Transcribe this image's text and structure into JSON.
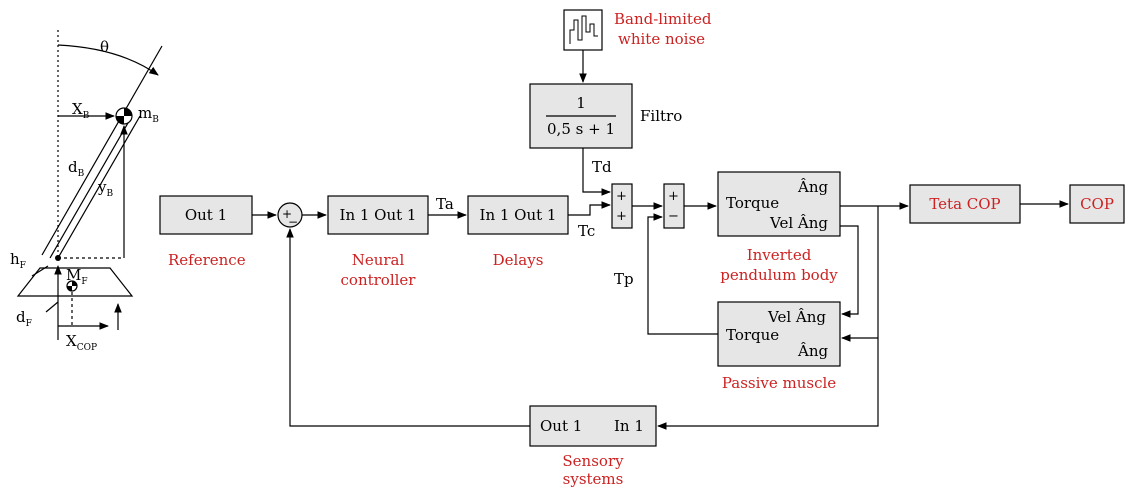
{
  "pendulum": {
    "theta": "θ",
    "xB": "X",
    "xB_sub": "B",
    "mB": "m",
    "mB_sub": "B",
    "dB": "d",
    "dB_sub": "B",
    "yB": "y",
    "yB_sub": "B",
    "hF": "h",
    "hF_sub": "F",
    "MF": "M",
    "MF_sub": "F",
    "dF": "d",
    "dF_sub": "F",
    "xCOP": "X",
    "xCOP_sub": "COP"
  },
  "noise": {
    "line1": "Band-limited",
    "line2": "white noise"
  },
  "filter": {
    "numerator": "1",
    "denominator": "0,5 s + 1",
    "label": "Filtro"
  },
  "blocks": {
    "reference": "Out 1",
    "neural": "In 1 Out 1",
    "delays": "In 1 Out 1",
    "pendulum_torque": "Torque",
    "pendulum_ang": "Âng",
    "pendulum_velang": "Vel Âng",
    "muscle_velang": "Vel Âng",
    "muscle_torque": "Torque",
    "muscle_ang": "Âng",
    "cop_block": "Teta  COP",
    "cop_out": "COP",
    "sensory_out": "Out 1",
    "sensory_in": "In 1"
  },
  "signals": {
    "ta": "Ta",
    "tc": "Tc",
    "td": "Td",
    "tp": "Tp"
  },
  "captions": {
    "reference": "Reference",
    "neural_1": "Neural",
    "neural_2": "controller",
    "delays": "Delays",
    "pendulum_1": "Inverted",
    "pendulum_2": "pendulum body",
    "muscle": "Passive muscle",
    "sensory_1": "Sensory",
    "sensory_2": "systems"
  },
  "signs": {
    "s1_plus": "+",
    "s1_minus": "−",
    "s2_a": "+",
    "s2_b": "+",
    "s3_a": "+",
    "s3_b": "−"
  },
  "colors": {
    "accent_red": "#cc2222",
    "block_fill": "#e6e6e6"
  }
}
